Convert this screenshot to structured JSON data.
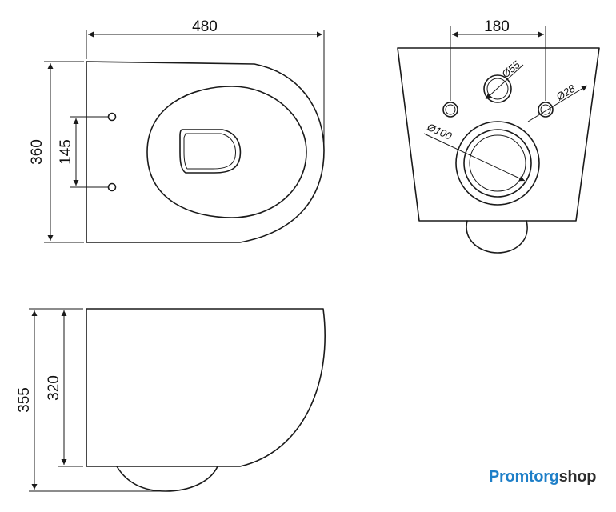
{
  "top_view": {
    "width": "480",
    "depth": "360",
    "hole_spacing": "145"
  },
  "rear_view": {
    "fix_spacing": "180",
    "d_inlet": "Ø55",
    "d_fix": "Ø28",
    "d_outlet": "Ø100"
  },
  "side_view": {
    "height_total": "355",
    "height_body": "320"
  },
  "logo": {
    "part1": "Promtorg",
    "part2": "shop",
    "color_part1": "#1e7fc8",
    "color_part2": "#2d2d2d"
  },
  "colors": {
    "line": "#1a1a1a",
    "background": "#ffffff"
  }
}
